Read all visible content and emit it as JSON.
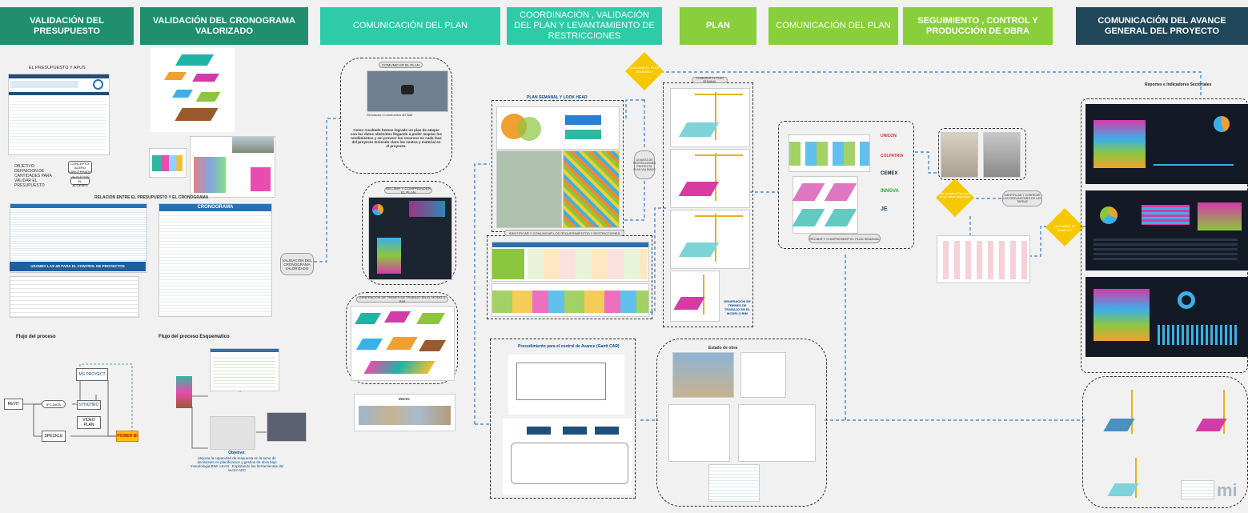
{
  "headers": [
    {
      "text": "VALIDACIÓN DEL PRESUPUESTO"
    },
    {
      "text": "VALIDACIÓN DEL CRONOGRAMA VALORIZADO"
    },
    {
      "text": "COMUNICACIÓN DEL PLAN"
    },
    {
      "text": "COORDINACIÓN , VALIDACIÓN DEL PLAN Y LEVANTAMIENTO DE RESTRICCIONES"
    },
    {
      "text": "PLAN"
    },
    {
      "text": "COMUNICACIÓN DEL PLAN"
    },
    {
      "text": "SEGUIMIENTO , CONTROL Y PRODUCCIÓN DE OBRA"
    },
    {
      "text": "COMUNICACIÓN DEL AVANCE GENERAL DEL PROYECTO"
    }
  ],
  "col1": {
    "budget_title": "EL PRESUPUESTO Y APUS",
    "objetivo": "OBJETIVO: DEFINICION DE CANTIDADES PARA VALIDAR EL PRESUPUESTO",
    "concepto": "CONCEPTO: ACERO CANCERRADO",
    "validacion": "VALIDACION EL ACCESES",
    "relacion_title": "RELACION ENTRE EL PRESUPUESTO Y EL CRONOGRAMA",
    "cronograma_title": "CRONOGRAMA",
    "blue_note": "USANDO LAS 4D PARA EL CONTROL DE PROYECTOS",
    "flujo_proceso": "Flujo del proceso",
    "flujo_esquematico": "Flujo del proceso Esquematico",
    "validacion_pill": "VALIDACIÓN DEL CRONOGRAMA VALORIZADO"
  },
  "flow": {
    "revit": "REVIT",
    "ifc": "IFC-DATA",
    "msproject": "MS PROYECT",
    "synchro": "SYNCHRO",
    "video": "VIDEO PLAN",
    "speckle": "SPECKLE",
    "powerbi": "POWER BI",
    "objetivo_title": "Objetivo:",
    "objetivo_text": "Mejorar la capacidad de respuesta en la toma de decisiones en planificacion y gestion de obra bajo metodologia BIM- LEAN . Explotando las herramientas del sector AEC"
  },
  "col3": {
    "comunicar": "COMUNICAR EL PLAN",
    "video_caption": "Simulacion Constructiva 4D BIM",
    "video_desc": "Como resultado hemos logrado un plan de ataque con los datos obtenidos llegando a poder mapear los rendimientos y así proveer los recursos en cada fase del proyecto teniendo claro los costos y material en el proyecto.",
    "recibir": "RECIBIR Y COMPRENDER EL PLAN",
    "generacion": "GENERACIÓN DE TRENES DE TRABAJO EN EL MODELO BIM",
    "inicio": "INICIO"
  },
  "col4": {
    "plan_semanal": "PLAN SEMANAL Y LOOK HEAD",
    "identificar": "IDENTIFICAR Y COMUNICAR LOS REQUERIMIENTOS Y RESTRICCIONES",
    "procedimiento": "Procedimiento para el control de Avance (Gantt CAR)",
    "diamond_top": "¿VALIDAR EL PLAN SEMANAL?",
    "levanta": "LEVANTA DE RESTRICCIONES PROYECTA PLAN VALIDADO"
  },
  "col5": {
    "plan_label": "ELABORAR EL PLAN SEMANAL",
    "generacion": "GENERACIÓN DE TRENES DE TRABAJO EN EL MODELO BIM",
    "estado": "Estado de obra"
  },
  "col6": {
    "recibir": "RECIBIR Y COMPRENDER EL PLAN SEMANAL",
    "logos": [
      "UNICON",
      "COLPATRIA",
      "CEMEX",
      "INNOVA",
      "JE"
    ]
  },
  "col7": {
    "diamond": "¿Se cumple el Plan diario de las tareas asignadas?",
    "pill": "IDENTIFICAR Y CORREGIR LAS DESVIACIONES DE LAS TAREAS",
    "diamond2": "¿ALCANZÓ EL AVANCE?"
  },
  "col8": {
    "reportes": "Reportes e Indicadores Sectoriales",
    "wm": "mi"
  },
  "colors": {
    "dark": "#1f8f6e",
    "teal": "#2fcaa7",
    "lime": "#88cf3b",
    "navy": "#1f4659",
    "yellow": "#f5c800",
    "dash": "#2a7fd4"
  }
}
